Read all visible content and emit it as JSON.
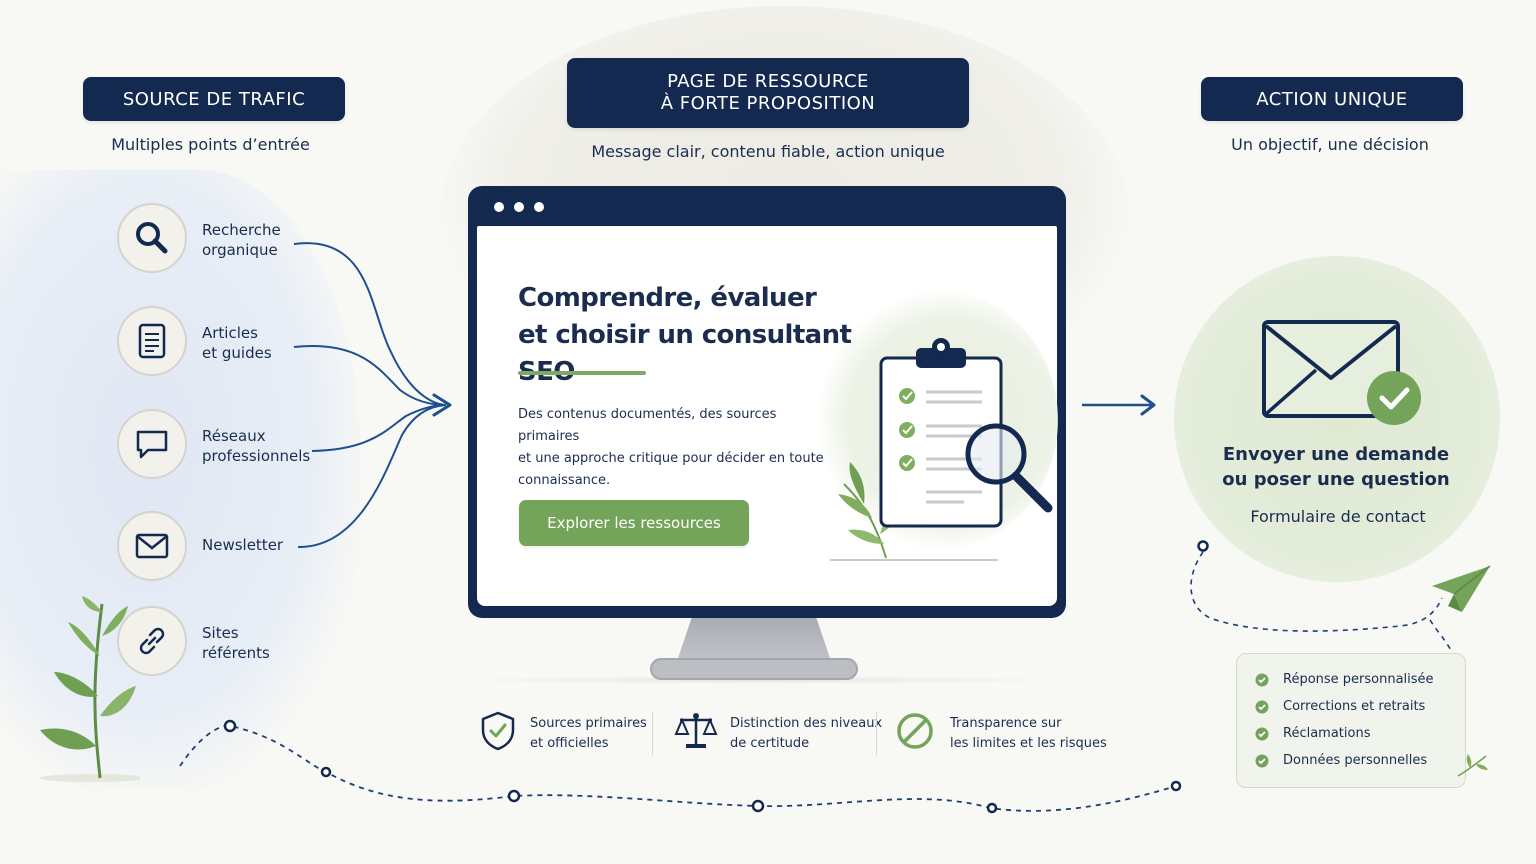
{
  "left": {
    "header": "SOURCE DE TRAFIC",
    "subtitle": "Multiples points d’entrée",
    "sources": [
      {
        "line1": "Recherche",
        "line2": "organique",
        "icon": "search-icon"
      },
      {
        "line1": "Articles",
        "line2": "et guides",
        "icon": "document-icon"
      },
      {
        "line1": "Réseaux",
        "line2": "professionnels",
        "icon": "chat-bubble-icon"
      },
      {
        "line1": "Newsletter",
        "line2": "",
        "icon": "mail-icon"
      },
      {
        "line1": "Sites",
        "line2": "référents",
        "icon": "link-icon"
      }
    ]
  },
  "center": {
    "header_line1": "PAGE DE RESSOURCE",
    "header_line2": "À FORTE PROPOSITION",
    "subtitle": "Message clair, contenu fiable, action unique",
    "screen": {
      "headline_line1": "Comprendre, évaluer",
      "headline_line2": "et choisir un consultant SEO",
      "body_line1": "Des contenus documentés, des sources primaires",
      "body_line2": "et une approche critique pour décider en toute",
      "body_line3": "connaissance.",
      "cta": "Explorer les ressources"
    },
    "features": [
      {
        "line1": "Sources primaires",
        "line2": "et officielles",
        "icon": "shield-check-icon"
      },
      {
        "line1": "Distinction des niveaux",
        "line2": "de certitude",
        "icon": "scales-icon"
      },
      {
        "line1": "Transparence sur",
        "line2": "les limites et les risques",
        "icon": "prohibited-icon"
      }
    ]
  },
  "right": {
    "header": "ACTION UNIQUE",
    "subtitle": "Un objectif, une décision",
    "action_title_line1": "Envoyer une demande",
    "action_title_line2": "ou poser une question",
    "action_sub": "Formulaire de contact",
    "checklist": [
      "Réponse personnalisée",
      "Corrections et retraits",
      "Réclamations",
      "Données personnelles"
    ]
  },
  "colors": {
    "navy": "#13294f",
    "green": "#74a35a",
    "light_green": "#e3ecd9",
    "light_blue": "#e3eaf4"
  }
}
